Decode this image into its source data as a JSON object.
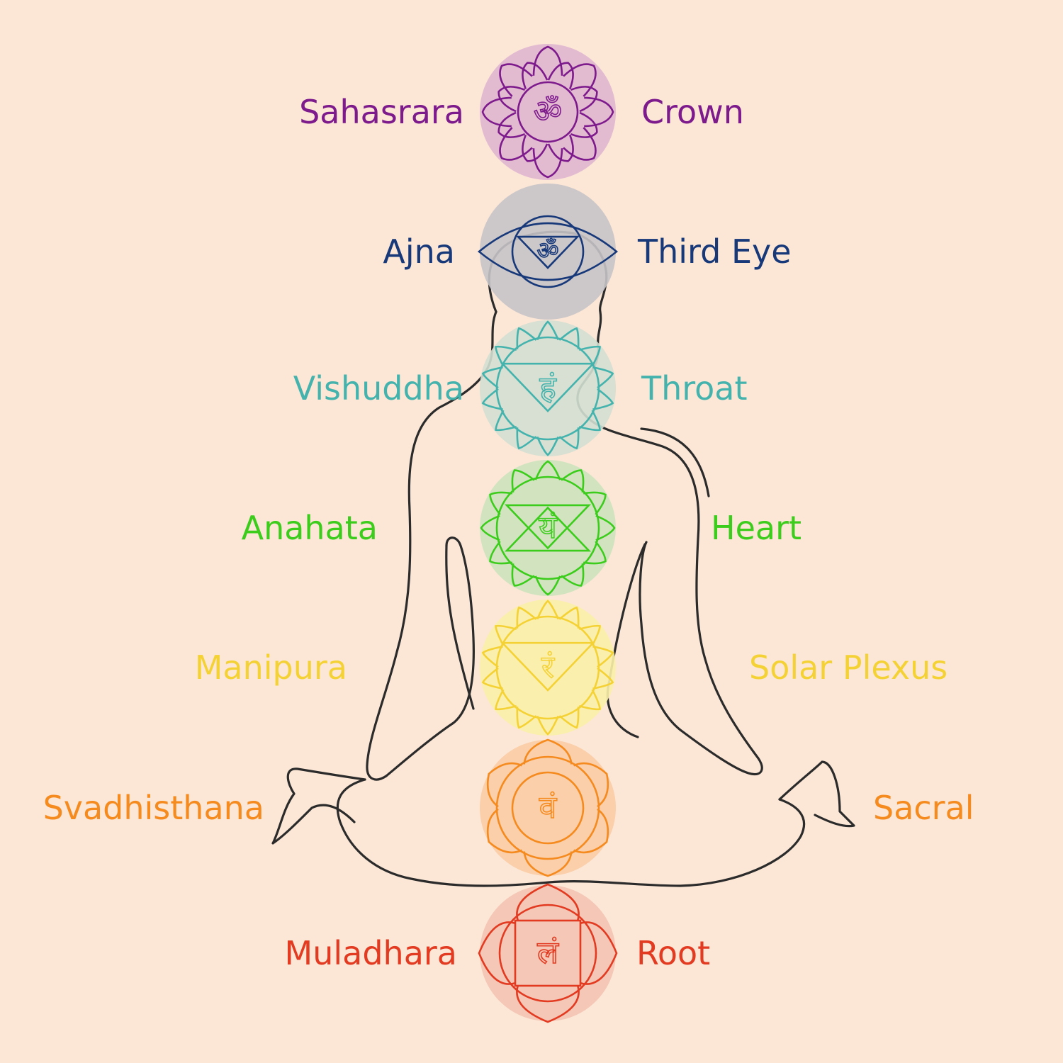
{
  "background_color": "#fce7d6",
  "outline_color": "#2b2b2b",
  "chakras": [
    {
      "key": "crown",
      "sanskrit": "Sahasrara",
      "english": "Crown",
      "color": "#7d1a8c",
      "fill": "#e0b6d0",
      "glyph": "ॐ",
      "symbol": "lotus-om"
    },
    {
      "key": "third-eye",
      "sanskrit": "Ajna",
      "english": "Third Eye",
      "color": "#17397a",
      "fill": "#c6c3c8",
      "glyph": "ॐ",
      "symbol": "eye-triangle"
    },
    {
      "key": "throat",
      "sanskrit": "Vishuddha",
      "english": "Throat",
      "color": "#44b3ad",
      "fill": "#d3dfd1",
      "glyph": "हं",
      "symbol": "lotus-triangle"
    },
    {
      "key": "heart",
      "sanskrit": "Anahata",
      "english": "Heart",
      "color": "#3ccc1c",
      "fill": "#cce3bc",
      "glyph": "यं",
      "symbol": "lotus-hexagram"
    },
    {
      "key": "solar-plexus",
      "sanskrit": "Manipura",
      "english": "Solar Plexus",
      "color": "#f4d236",
      "fill": "#fbefa8",
      "glyph": "रं",
      "symbol": "lotus-triangle"
    },
    {
      "key": "sacral",
      "sanskrit": "Svadhisthana",
      "english": "Sacral",
      "color": "#f58a1f",
      "fill": "#f9cca5",
      "glyph": "वं",
      "symbol": "lotus-crescent"
    },
    {
      "key": "root",
      "sanskrit": "Muladhara",
      "english": "Root",
      "color": "#e23b22",
      "fill": "#f3c3b3",
      "glyph": "लं",
      "symbol": "lotus-square"
    }
  ]
}
